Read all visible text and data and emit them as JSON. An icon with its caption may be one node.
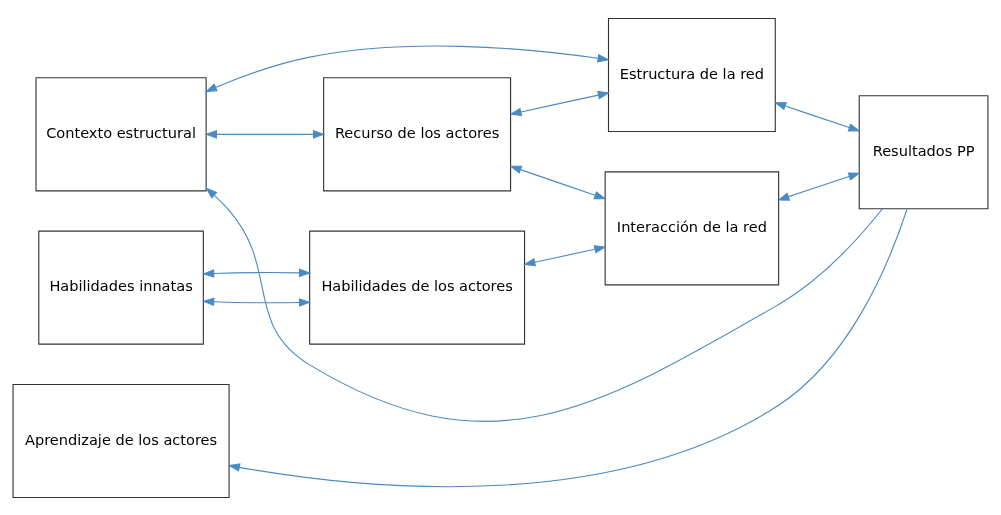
{
  "diagram": {
    "nodes": [
      {
        "text": [
          "Contexto estructural"
        ]
      },
      {
        "text": [
          "Habilidades innatas"
        ]
      },
      {
        "text": [
          "Aprendizaje de los actores"
        ]
      },
      {
        "text": [
          "Recurso de los actores"
        ]
      },
      {
        "text": [
          "Habilidades de los actores"
        ]
      },
      {
        "text": [
          "Estructura de la red"
        ]
      },
      {
        "text": [
          "Interacción de la red"
        ]
      },
      {
        "text": [
          "Resultados PP"
        ]
      }
    ],
    "edges": [
      {
        "from": 0,
        "to": 5,
        "arrow": "both"
      },
      {
        "from": 0,
        "to": 3,
        "arrow": "both"
      },
      {
        "from": 3,
        "to": 5,
        "arrow": "both"
      },
      {
        "from": 3,
        "to": 6,
        "arrow": "both"
      },
      {
        "from": 1,
        "to": 4,
        "arrow": "both"
      },
      {
        "from": 1,
        "to": 4,
        "arrow": "both"
      },
      {
        "from": 4,
        "to": 6,
        "arrow": "both"
      },
      {
        "from": 5,
        "to": 7,
        "arrow": "both"
      },
      {
        "from": 6,
        "to": 7,
        "arrow": "both"
      },
      {
        "from": 7,
        "to": 0,
        "arrow": "to"
      },
      {
        "from": 7,
        "to": 2,
        "arrow": "to"
      }
    ]
  }
}
